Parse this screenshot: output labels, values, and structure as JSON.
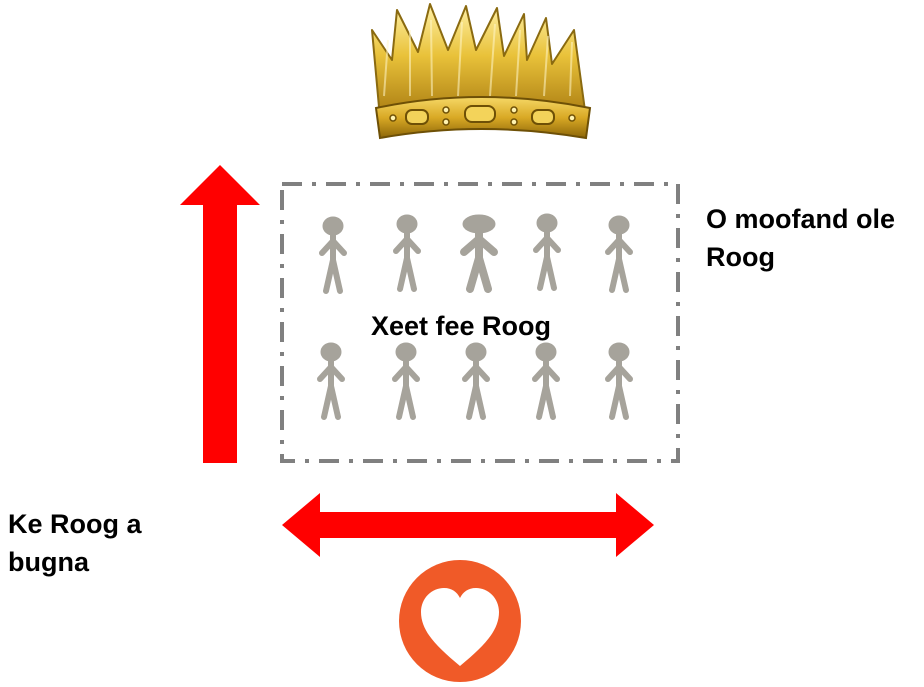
{
  "diagram": {
    "group_label": "Xeet fee Roog",
    "right_label": "O moofand ole\nRoog",
    "left_label": "Ke Roog a\nbugna",
    "icons": {
      "top": "crown-icon",
      "bottom": "heart-icon",
      "people": "person-icon"
    },
    "colors": {
      "arrow": "#ff0000",
      "person": "#a6a39b",
      "frame": "#808080",
      "heart_circle": "#f05a28",
      "crown_gold": "#e0b62d"
    }
  }
}
